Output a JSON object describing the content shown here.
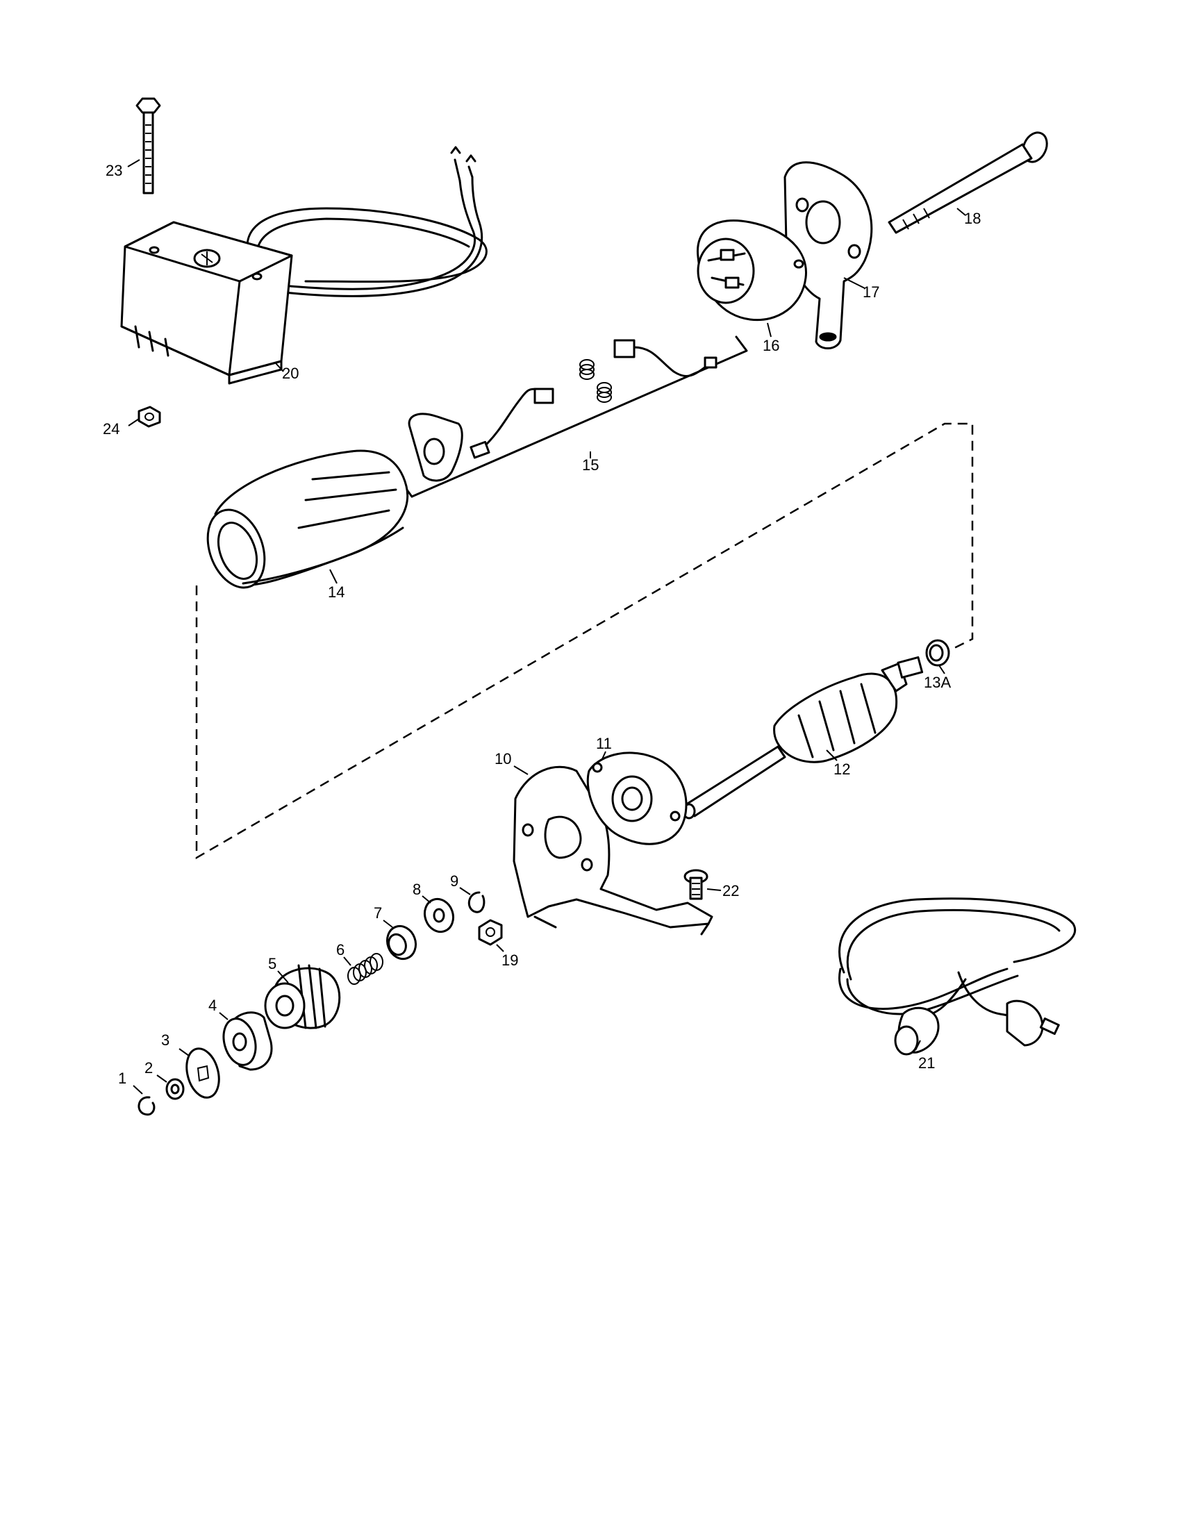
{
  "diagram": {
    "callouts": {
      "c1": "1",
      "c2": "2",
      "c3": "3",
      "c4": "4",
      "c5": "5",
      "c6": "6",
      "c7": "7",
      "c8": "8",
      "c9": "9",
      "c10": "10",
      "c11": "11",
      "c12": "12",
      "c13a": "13A",
      "c14": "14",
      "c15": "15",
      "c16": "16",
      "c17": "17",
      "c18": "18",
      "c19": "19",
      "c20": "20",
      "c21": "21",
      "c22": "22",
      "c23": "23",
      "c24": "24"
    }
  }
}
